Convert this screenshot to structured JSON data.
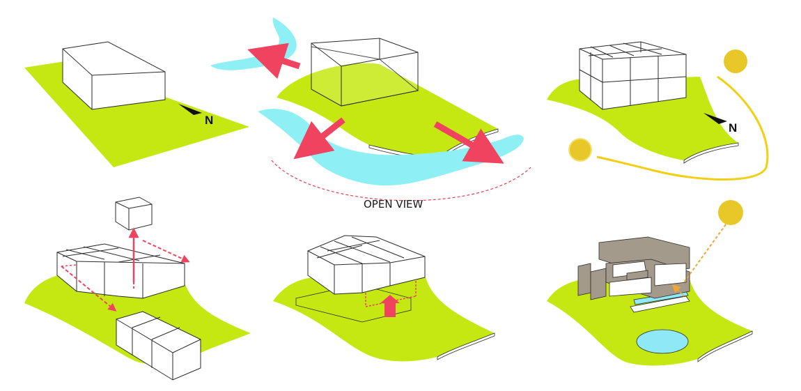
{
  "labels": {
    "open_view": "OPEN VIEW",
    "north_1": "N",
    "north_2": "N"
  },
  "colors": {
    "site": "#c6e812",
    "site_edge": "#3a3a2a",
    "river": "#8ef0f5",
    "arrow": "#f0435f",
    "sun": "#e8c829",
    "sun_path": "#f2cf13",
    "sun_ray": "#f0a535",
    "house": "#a39a8c",
    "pool": "#8ee8f5",
    "line": "#2a2a2a"
  },
  "icons": [
    "north-arrow-icon",
    "sun-icon",
    "lift-arrow-icon",
    "view-arrow-icon"
  ]
}
